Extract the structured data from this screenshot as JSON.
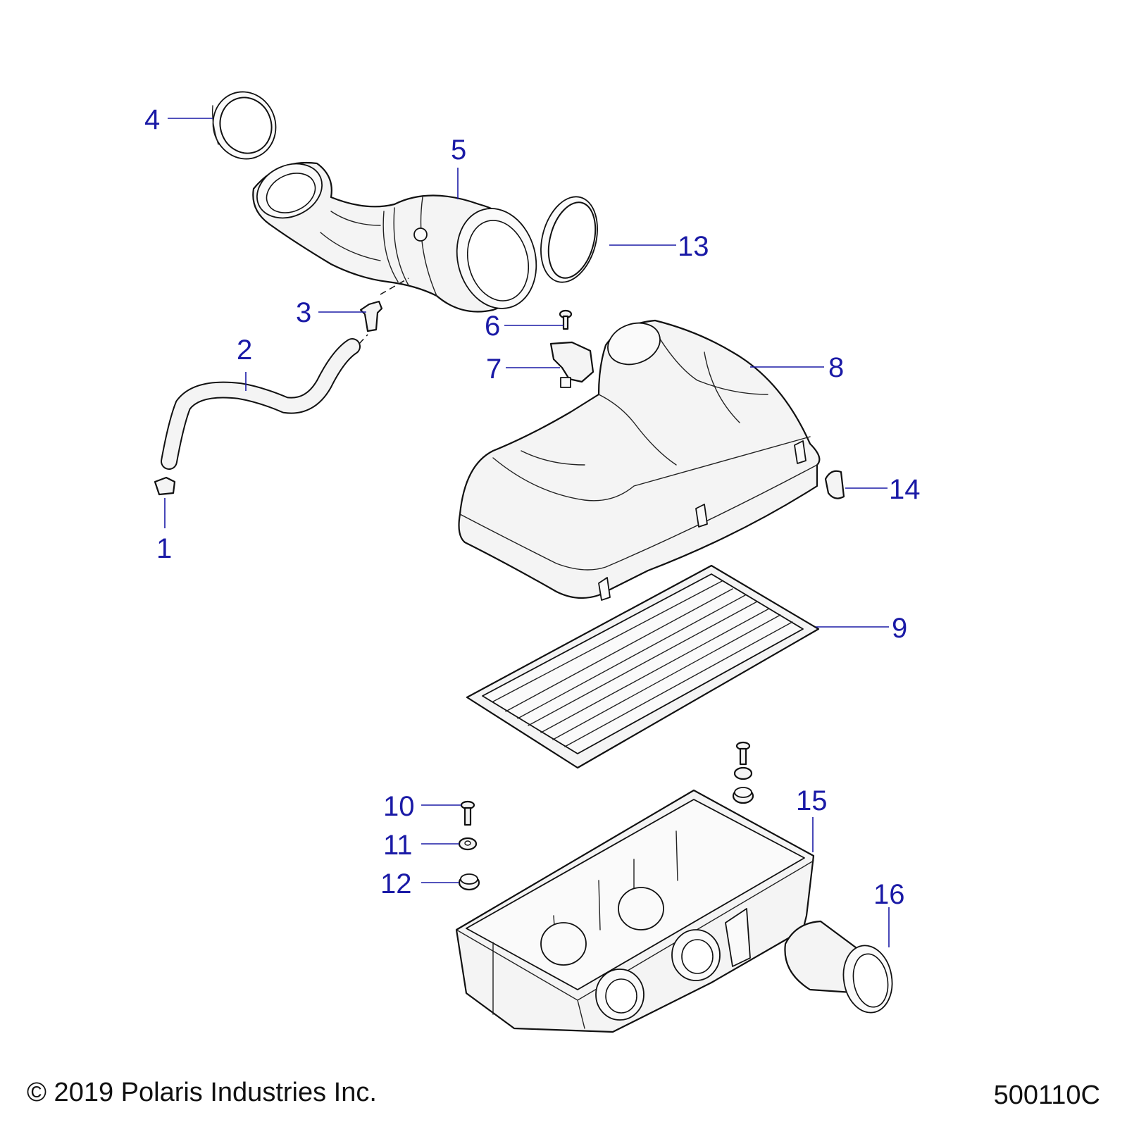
{
  "callouts": {
    "c1": "1",
    "c2": "2",
    "c3": "3",
    "c4": "4",
    "c5": "5",
    "c6": "6",
    "c7": "7",
    "c8": "8",
    "c9": "9",
    "c10": "10",
    "c11": "11",
    "c12": "12",
    "c13": "13",
    "c14": "14",
    "c15": "15",
    "c16": "16"
  },
  "footer": {
    "copyright": "© 2019 Polaris Industries Inc.",
    "drawing_number": "500110C"
  },
  "colors": {
    "callout": "#1a1aa6",
    "line": "#111111",
    "part_fill": "#f4f4f4"
  }
}
